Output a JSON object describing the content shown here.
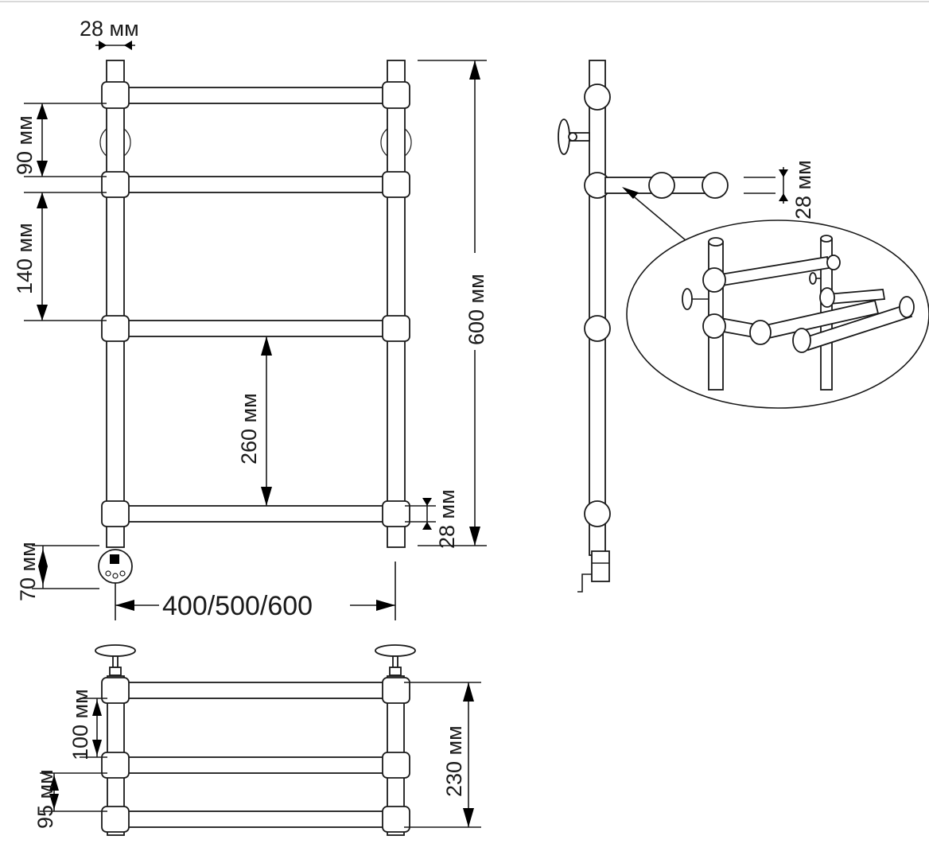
{
  "dimensions": {
    "pipe_top": "28 мм",
    "gap_top": "90 мм",
    "gap_mid": "140 мм",
    "gap_bottom": "260 мм",
    "total_height": "600 мм",
    "pipe_bottom": "28 мм",
    "heater": "70 мм",
    "width": "400/500/600",
    "side_pipe": "28 мм",
    "shelf_depth": "230 мм",
    "shelf_gap_1": "100 мм",
    "shelf_gap_2": "95 мм"
  },
  "colors": {
    "line": "#1a1a1a",
    "background": "#ffffff",
    "arrow": "#000000"
  }
}
